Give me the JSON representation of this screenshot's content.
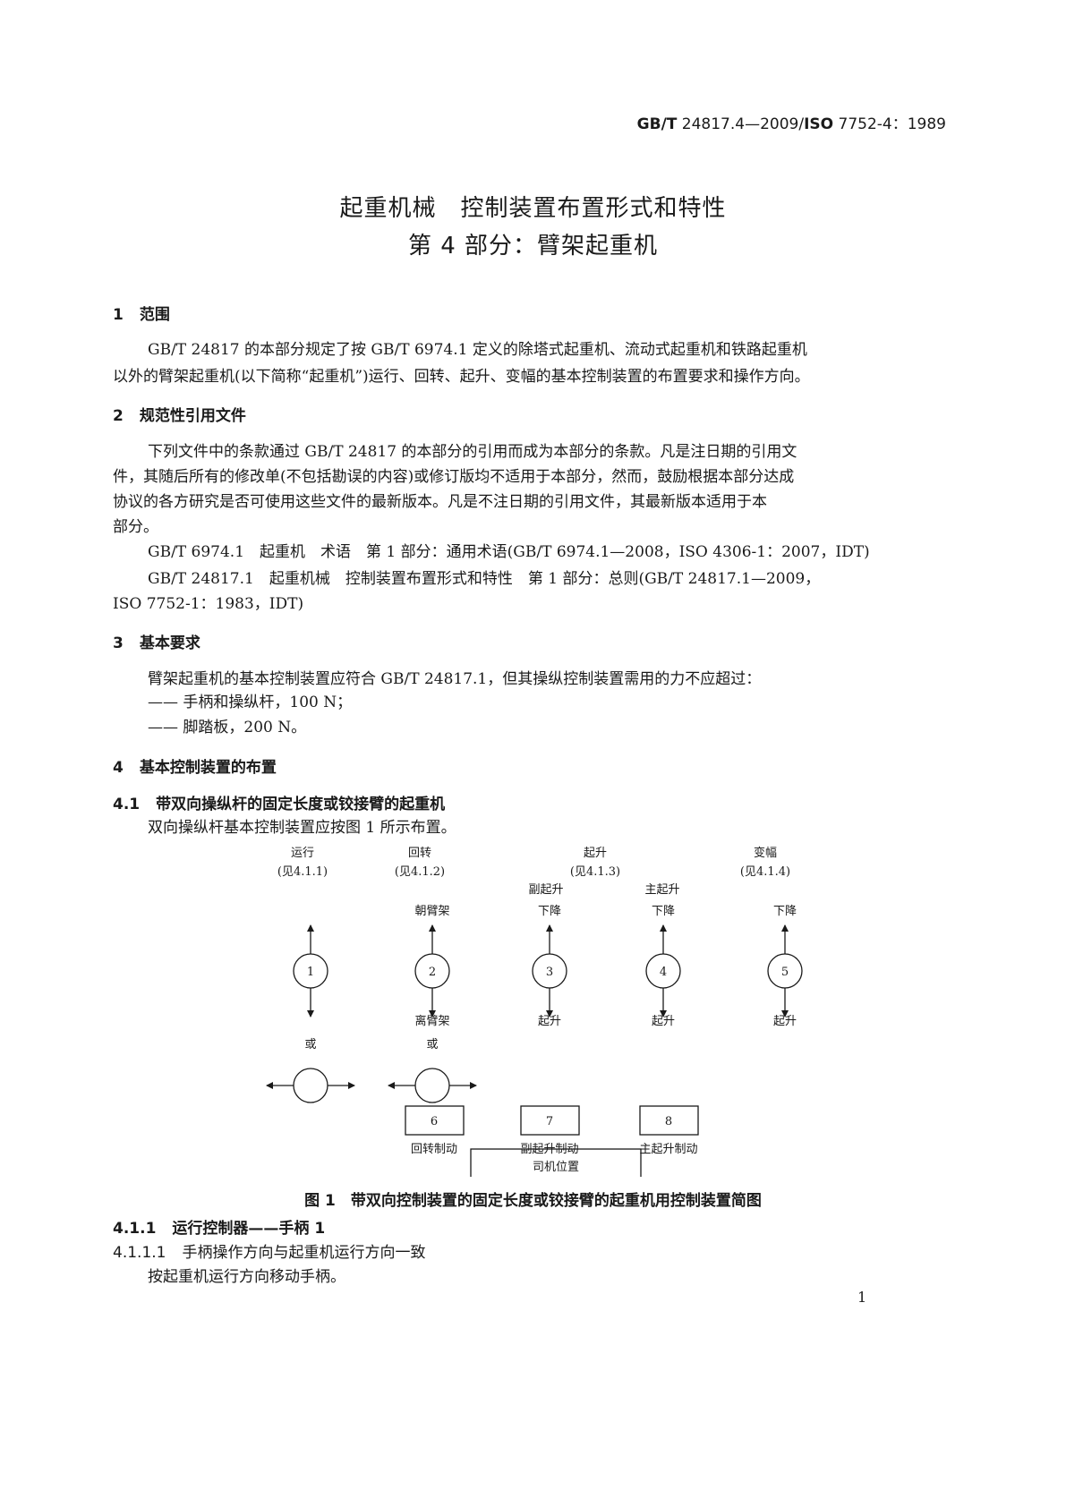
{
  "header": {
    "code_bold_1": "GB/T",
    "code_1": "24817.4—2009/",
    "code_bold_2": "ISO",
    "code_2": "7752-4：1989"
  },
  "title": {
    "line1": "起重机械　控制装置布置形式和特性",
    "line2": "第 4 部分：臂架起重机"
  },
  "sections": {
    "s1": {
      "num": "1",
      "heading": "范围",
      "para_l1": "GB/T 24817 的本部分规定了按 GB/T 6974.1 定义的除塔式起重机、流动式起重机和铁路起重机",
      "para_l2": "以外的臂架起重机(以下简称“起重机”)运行、回转、起升、变幅的基本控制装置的布置要求和操作方向。"
    },
    "s2": {
      "num": "2",
      "heading": "规范性引用文件",
      "para_l1": "下列文件中的条款通过 GB/T 24817 的本部分的引用而成为本部分的条款。凡是注日期的引用文",
      "para_l2": "件，其随后所有的修改单(不包括勘误的内容)或修订版均不适用于本部分，然而，鼓励根据本部分达成",
      "para_l3": "协议的各方研究是否可使用这些文件的最新版本。凡是不注日期的引用文件，其最新版本适用于本",
      "para_l4": "部分。",
      "ref1": "GB/T 6974.1　起重机　术语　第 1 部分：通用术语(GB/T 6974.1—2008，ISO 4306-1：2007，IDT)",
      "ref2_l1": "GB/T 24817.1　起重机械　控制装置布置形式和特性　第 1 部分：总则(GB/T 24817.1—2009，",
      "ref2_l2": "ISO 7752-1：1983，IDT)"
    },
    "s3": {
      "num": "3",
      "heading": "基本要求",
      "para": "臂架起重机的基本控制装置应符合 GB/T 24817.1，但其操纵控制装置需用的力不应超过：",
      "item1": "—— 手柄和操纵杆，100 N；",
      "item2": "—— 脚踏板，200 N。"
    },
    "s4": {
      "num": "4",
      "heading": "基本控制装置的布置"
    },
    "s41": {
      "num": "4.1",
      "heading": "带双向操纵杆的固定长度或铰接臂的起重机",
      "para": "双向操纵杆基本控制装置应按图 1 所示布置。"
    },
    "s411": {
      "num": "4.1.1",
      "heading": "运行控制器——手柄 1"
    },
    "s4111": {
      "num": "4.1.1.1",
      "heading": "手柄操作方向与起重机运行方向一致",
      "para": "按起重机运行方向移动手柄。"
    }
  },
  "figure": {
    "caption": "图 1　带双向控制装置的固定长度或铰接臂的起重机用控制装置简图",
    "groups": [
      {
        "label": "运行",
        "ref": "(见4.1.1)"
      },
      {
        "label": "回转",
        "ref": "(见4.1.2)"
      },
      {
        "label": "起升",
        "ref": "(见4.1.3)"
      },
      {
        "label": "变幅",
        "ref": "(见4.1.4)"
      }
    ],
    "sub_labels": {
      "aux_hoist": "副起升",
      "main_hoist": "主起升"
    },
    "handles": [
      "1",
      "2",
      "3",
      "4",
      "5"
    ],
    "top_labels": {
      "h2": "朝臂架",
      "h3": "下降",
      "h4": "下降",
      "h5": "下降"
    },
    "bottom_labels": {
      "h2": "离臂架",
      "h3": "起升",
      "h4": "起升",
      "h5": "起升"
    },
    "or_label": "或",
    "pedals": [
      {
        "num": "6",
        "label": "回转制动"
      },
      {
        "num": "7",
        "label": "副起升制动"
      },
      {
        "num": "8",
        "label": "主起升制动"
      }
    ],
    "operator_position": "司机位置"
  },
  "page_number": "1"
}
